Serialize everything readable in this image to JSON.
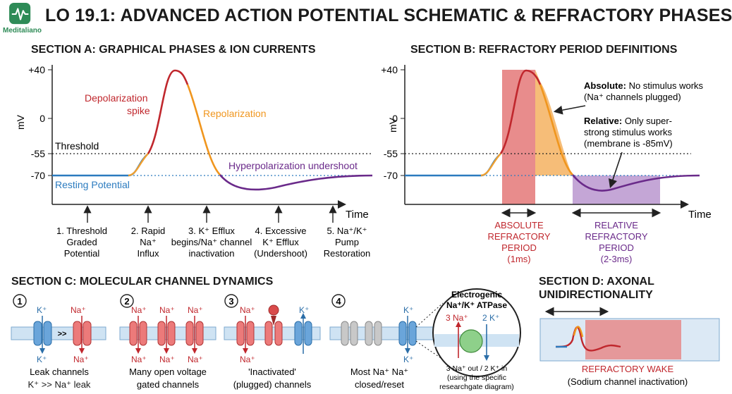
{
  "header": {
    "logo_text": "Meditaliano",
    "title": "LO 19.1: ADVANCED ACTION POTENTIAL SCHEMATIC & REFRACTORY PHASES"
  },
  "section_a": {
    "heading": "SECTION A: GRAPHICAL PHASES & ION CURRENTS",
    "y_axis_label": "mV",
    "x_axis_label": "Time",
    "ticks": [
      "+40",
      "0",
      "-55",
      "-70"
    ],
    "threshold_label": "Threshold",
    "depolarization_label_1": "Depolarization",
    "depolarization_label_2": "spike",
    "repolarization_label": "Repolarization",
    "hyperpolarization_label": "Hyperpolarization undershoot",
    "resting_label": "Resting Potential",
    "steps": [
      {
        "lines": [
          "1. Threshold",
          "Graded",
          "Potential"
        ]
      },
      {
        "lines": [
          "2. Rapid",
          "Na⁺",
          "Influx"
        ]
      },
      {
        "lines": [
          "3. K⁺ Efflux",
          "begins/Na⁺ channel",
          "inactivation"
        ]
      },
      {
        "lines": [
          "4. Excessive",
          "K⁺ Efflux",
          "(Undershoot)"
        ]
      },
      {
        "lines": [
          "5. Na⁺/K⁺",
          "Pump",
          "Restoration"
        ]
      }
    ]
  },
  "section_b": {
    "heading": "SECTION B: REFRACTORY PERIOD DEFINITIONS",
    "y_axis_label": "mV",
    "x_axis_label": "Time",
    "ticks": [
      "+40",
      "0",
      "-55",
      "-70"
    ],
    "absolute_note_bold": "Absolute:",
    "absolute_note_1": " No stimulus works",
    "absolute_note_2": "(Na⁺ channels plugged)",
    "relative_note_bold": "Relative:",
    "relative_note_1": " Only super-",
    "relative_note_2": "strong stimulus works",
    "relative_note_3": "(membrane is -85mV)",
    "absolute_label": [
      "ABSOLUTE",
      "REFRACTORY",
      "PERIOD",
      "(1ms)"
    ],
    "relative_label": [
      "RELATIVE",
      "REFRACTORY",
      "PERIOD",
      "(2-3ms)"
    ]
  },
  "section_c": {
    "heading": "SECTION C: MOLECULAR CHANNEL DYNAMICS",
    "panels": [
      {
        "num": "1",
        "caption": [
          "Leak channels",
          "K⁺ >> Na⁺ leak"
        ]
      },
      {
        "num": "2",
        "caption": [
          "Many open voltage",
          "gated channels"
        ]
      },
      {
        "num": "3",
        "caption": [
          "'Inactivated'",
          "(plugged) channels"
        ]
      },
      {
        "num": "4",
        "caption": [
          "Most Na⁺ Na⁺",
          "closed/reset"
        ]
      }
    ],
    "ion_k": "K⁺",
    "ion_na": "Na⁺",
    "leak_symbol": ">>",
    "atpase_title": [
      "Electrogenic",
      "Na⁺/K⁺ ATPase"
    ],
    "atpase_na": "3 Na⁺",
    "atpase_k": "2 K⁺",
    "atpase_caption": [
      "3 Na⁺ out / 2 K⁺ in",
      "(using the specific",
      "researchgate diagram)"
    ]
  },
  "section_d": {
    "heading": [
      "SECTION D: AXONAL",
      "UNIDIRECTIONALITY"
    ],
    "wake_label": "REFRACTORY WAKE",
    "wake_sub": "(Sodium channel inactivation)"
  },
  "colors": {
    "resting": "#2b7bbf",
    "depolarization": "#c0272d",
    "repolarization": "#f0961e",
    "hyperpolarization": "#6a2a8a",
    "absolute_band": "#e06666",
    "relative_band": "#a47ac0"
  }
}
